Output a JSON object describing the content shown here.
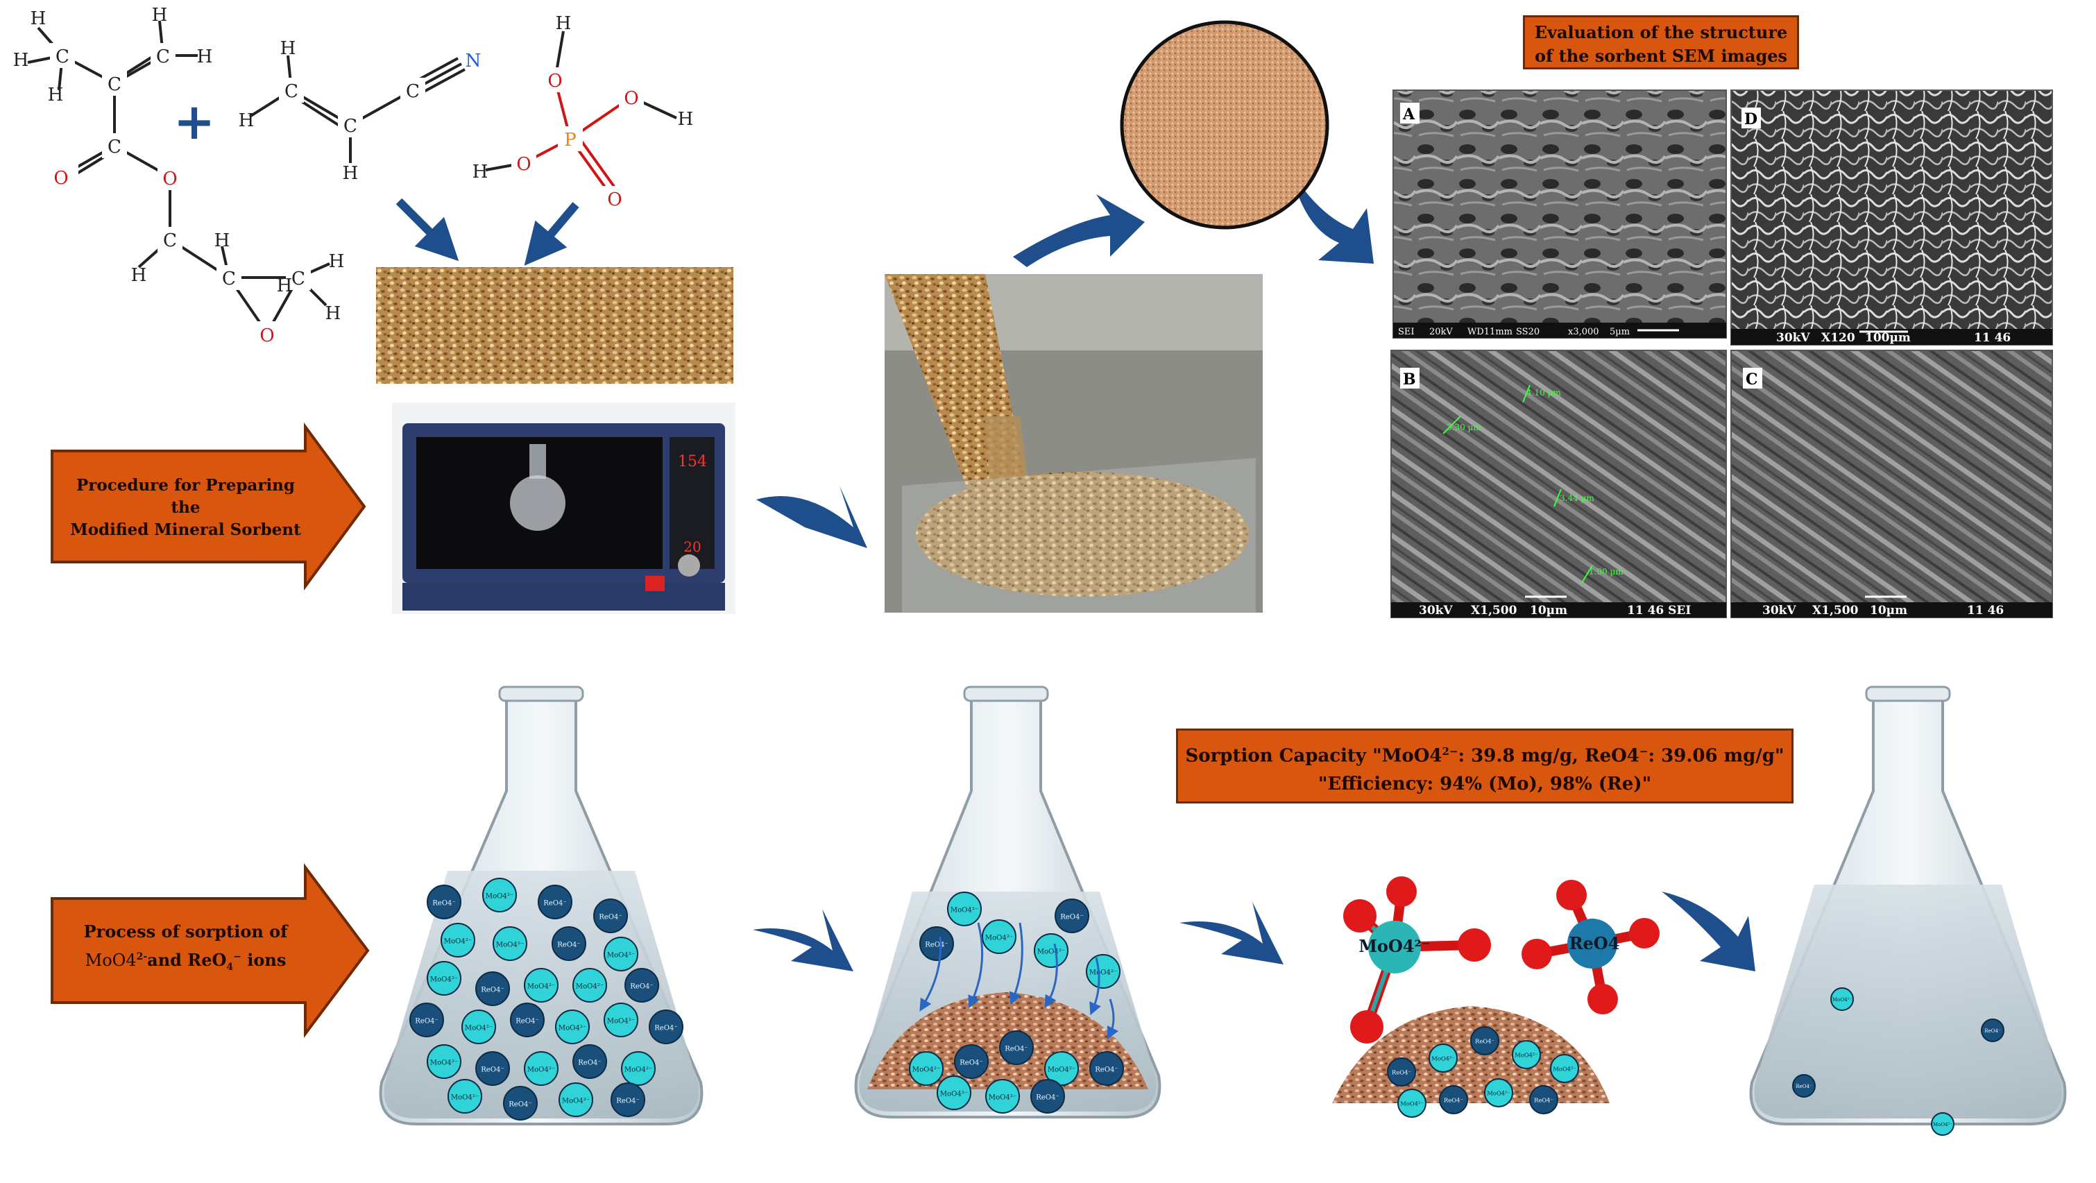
{
  "molecules": {
    "methacrylate": {
      "atoms": [
        "C",
        "C",
        "C",
        "C",
        "C",
        "O",
        "O",
        "O",
        "C",
        "C",
        "H",
        "H",
        "H",
        "H",
        "H",
        "H",
        "H",
        "H",
        "H",
        "H"
      ]
    },
    "plus_sign": "+",
    "acrylonitrile": {
      "atoms": [
        "H",
        "H",
        "C",
        "C",
        "C",
        "N",
        "H"
      ]
    },
    "phosphoric_acid": {
      "atoms": [
        "H",
        "O",
        "O",
        "H",
        "P",
        "O",
        "H",
        "O"
      ]
    }
  },
  "labels": {
    "procedure": [
      "Procedure for Preparing the",
      "Modified Mineral Sorbent"
    ],
    "sem_title": [
      "Evaluation of the structure",
      "of the sorbent SEM images"
    ],
    "sorption_process": [
      "Process of sorption of",
      "MoO4",
      "and ReO",
      "ions"
    ],
    "capacity": [
      "Sorption Capacity \"MoO4",
      ": 39.8 mg/g, ReO4",
      ": 39.06 mg/g\"",
      "\"Efficiency: 94% (Mo), 98% (Re)\""
    ]
  },
  "oven_display": {
    "top": "154",
    "bottom": "20"
  },
  "sem_panels": [
    {
      "letter": "A",
      "caption": [
        "SEI",
        "20kV",
        "WD11mm",
        "SS20",
        "x3,000",
        "5µm"
      ]
    },
    {
      "letter": "D",
      "caption": [
        "30kV",
        "X120",
        "100µm",
        "11 46"
      ]
    },
    {
      "letter": "B",
      "caption": [
        "30kV",
        "X1,500",
        "10µm",
        "11 46 SEI"
      ],
      "measures": [
        "3.30 µm",
        "4.10 µm",
        "3.44 µm",
        "1.90 µm"
      ]
    },
    {
      "letter": "C",
      "caption": [
        "30kV",
        "X1,500",
        "10µm",
        "11 46"
      ]
    }
  ],
  "ion_labels": {
    "mo": "MoO4²⁻",
    "re": "ReO4⁻",
    "mo_model": "MoO4²⁻",
    "re_model": "ReO4"
  },
  "colors": {
    "accent_box": "#d9560f",
    "arrow_blue": "#1f4e8c",
    "mo_ion": "#2fd3d8",
    "re_ion": "#1a4f7c"
  }
}
